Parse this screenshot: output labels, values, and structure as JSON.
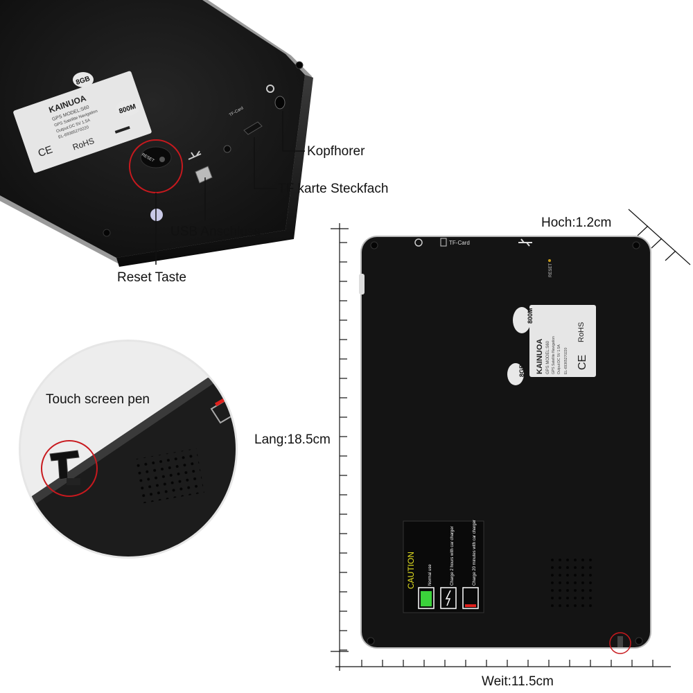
{
  "callouts": {
    "headphone": "Kopfhorer",
    "tf_slot": "TF karte Steckfach",
    "usb": "USB Anschluss",
    "reset": "Reset Taste",
    "pen": "Touch screen pen"
  },
  "dimensions": {
    "height": "Hoch:1.2cm",
    "length": "Lang:18.5cm",
    "width": "Weit:11.5cm"
  },
  "device": {
    "brand": "KAINUOA",
    "model": "GPS MODEL:S60",
    "description": "GPS Satellite Navigation",
    "output": "Output:DC 5V 1.5A",
    "serial": "EL-69365270220",
    "ce": "CE",
    "rohs": "RoHS",
    "storage_badge": "8GB",
    "cpu_badge": "800M",
    "port_tf": "TF-Card",
    "port_reset": "RESET"
  },
  "caution": {
    "title": "CAUTION",
    "normal": "Normal use",
    "charge_car": "Charge 2 hours with car charger",
    "charge_min": "Charge 20 minutes with car charger"
  },
  "colors": {
    "device_body": "#161616",
    "callout_ring": "#c8191e",
    "battery_green": "#3bd13b",
    "battery_red": "#e0201c",
    "caution_text": "#e3e020"
  }
}
